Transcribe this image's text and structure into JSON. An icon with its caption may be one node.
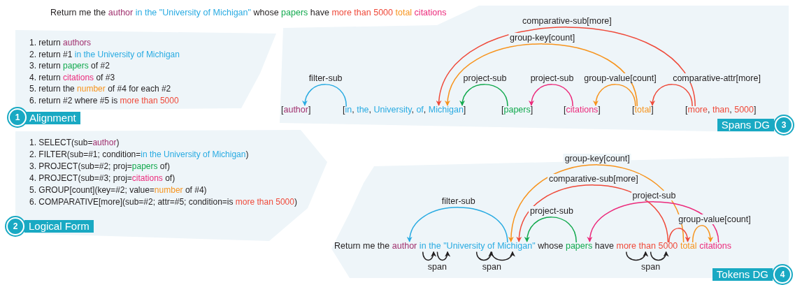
{
  "diagram": {
    "title": "Return me the author in the \"University of Michigan\" whose papers have more than 5000 total citations",
    "nodes": [
      {
        "text": [
          "1. return authors",
          "2. return #1 in the University of Michigan",
          "3. return papers of #2",
          "4. return citations of #3",
          "5. return the number of #4 for each #2",
          "6. return #2 where #5 is more than 5000",
          "1",
          "Alignment"
        ]
      },
      {
        "text": [
          "1. SELECT(sub=author)",
          "2. FILTER(sub=#1; condition=in the University of Michigan)",
          "3. PROJECT(sub=#2; proj=papers of)",
          "4. PROJECT(sub=#3; proj=citations of)",
          "5. GROUP[count](key=#2; value=number of #4)",
          "6. COMPARATIVE[more](sub=#2; attr=#5; condition=is more than 5000)",
          "2",
          "Logical Form"
        ]
      },
      {
        "text": [
          "Spans DG",
          "3"
        ]
      },
      {
        "text": [
          "[author]"
        ],
        "in": 2
      },
      {
        "text": [
          "[in, the, University, of, Michigan]"
        ],
        "in": 2
      },
      {
        "text": [
          "[papers]"
        ],
        "in": 2
      },
      {
        "text": [
          "[citations]"
        ],
        "in": 2
      },
      {
        "text": [
          "[total]"
        ],
        "in": 2
      },
      {
        "text": [
          "[more, than, 5000]"
        ],
        "in": 2
      },
      {
        "text": [
          "Tokens DG",
          "4"
        ]
      },
      {
        "text": [
          "author"
        ],
        "in": 9
      },
      {
        "text": [
          "in"
        ],
        "in": 9
      },
      {
        "text": [
          "the"
        ],
        "in": 9
      },
      {
        "text": [
          "\"University"
        ],
        "in": 9
      },
      {
        "text": [
          "of"
        ],
        "in": 9
      },
      {
        "text": [
          "Michigan\""
        ],
        "in": 9
      },
      {
        "text": [
          "papers"
        ],
        "in": 9
      },
      {
        "text": [
          "more"
        ],
        "in": 9
      },
      {
        "text": [
          "than"
        ],
        "in": 9
      },
      {
        "text": [
          "5000"
        ],
        "in": 9
      },
      {
        "text": [
          "total"
        ],
        "in": 9
      },
      {
        "text": [
          "citations"
        ],
        "in": 9
      }
    ],
    "edges": [
      {
        "from": 4,
        "to": 3,
        "arrow": "to",
        "label": "filter-sub",
        "color": "#29abe2"
      },
      {
        "from": 5,
        "to": 4,
        "arrow": "to",
        "label": "project-sub",
        "color": "#12a94e"
      },
      {
        "from": 6,
        "to": 5,
        "arrow": "to",
        "label": "project-sub",
        "color": "#ec2a7b"
      },
      {
        "from": 7,
        "to": 6,
        "arrow": "to",
        "label": "group-value[count]",
        "color": "#f7941d"
      },
      {
        "from": 8,
        "to": 7,
        "arrow": "to",
        "label": "comparative-attr[more]",
        "color": "#ef4a3a"
      },
      {
        "from": 7,
        "to": 4,
        "arrow": "to",
        "label": "group-key[count]",
        "color": "#f7941d"
      },
      {
        "from": 8,
        "to": 4,
        "arrow": "to",
        "label": "comparative-sub[more]",
        "color": "#ef4a3a"
      },
      {
        "from": 15,
        "to": 10,
        "arrow": "to",
        "label": "filter-sub",
        "color": "#29abe2"
      },
      {
        "from": 20,
        "to": 15,
        "arrow": "to",
        "label": "group-key[count]",
        "color": "#f7941d"
      },
      {
        "from": 19,
        "to": 15,
        "arrow": "to",
        "label": "comparative-sub[more]",
        "color": "#ef4a3a"
      },
      {
        "from": 16,
        "to": 15,
        "arrow": "to",
        "label": "project-sub",
        "color": "#12a94e"
      },
      {
        "from": 21,
        "to": 16,
        "arrow": "to",
        "label": "project-sub",
        "color": "#ec2a7b"
      },
      {
        "from": 20,
        "to": 21,
        "arrow": "to",
        "label": "group-value[count]",
        "color": "#f7941d"
      },
      {
        "from": 19,
        "to": 20,
        "arrow": "to",
        "color": "#ef4a3a"
      },
      {
        "from": 11,
        "to": 12,
        "arrow": "to",
        "color": "#231f20"
      },
      {
        "from": 12,
        "to": 13,
        "arrow": "to",
        "label": "span",
        "color": "#231f20"
      },
      {
        "from": 13,
        "to": 14,
        "arrow": "to",
        "color": "#231f20"
      },
      {
        "from": 14,
        "to": 15,
        "arrow": "to",
        "label": "span",
        "color": "#231f20"
      },
      {
        "from": 17,
        "to": 18,
        "arrow": "to",
        "color": "#231f20"
      },
      {
        "from": 18,
        "to": 19,
        "arrow": "to",
        "label": "span",
        "color": "#231f20"
      }
    ],
    "labels": [
      "Return me the",
      "whose",
      "have"
    ]
  }
}
